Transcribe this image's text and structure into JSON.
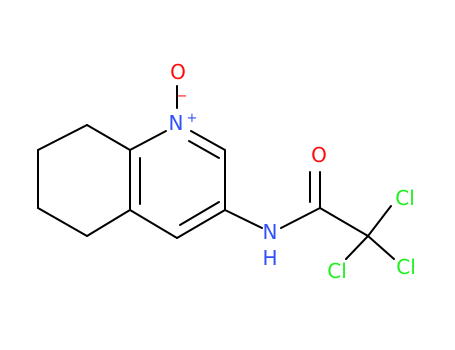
{
  "colors": {
    "background": "#ffffff",
    "bond": "#000000",
    "oxygen": "#ff0d0d",
    "nitrogen": "#3050f8",
    "chlorine": "#1ff01f"
  },
  "atoms": {
    "o_noxide": {
      "symbol": "O",
      "charge": "−"
    },
    "n_ring": {
      "symbol": "N",
      "charge": "+"
    },
    "o_carbonyl": {
      "symbol": "O"
    },
    "n_amide": {
      "symbol": "N",
      "h": "H"
    },
    "cl_1": {
      "symbol": "Cl"
    },
    "cl_2": {
      "symbol": "Cl"
    },
    "cl_3": {
      "symbol": "Cl"
    }
  }
}
